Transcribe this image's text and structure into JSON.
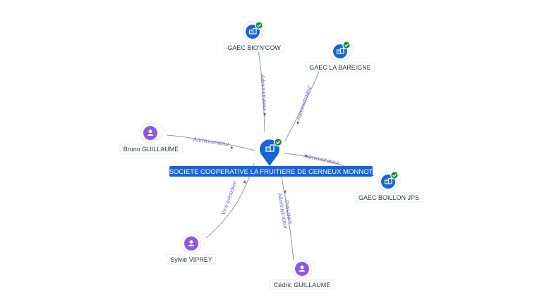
{
  "colors": {
    "company": "#1565d8",
    "person": "#8a5be0",
    "verified": "#1f8a48",
    "edge": "#8c95a8",
    "edge_label": "#6d6fc2"
  },
  "center": {
    "label": "SOCIETE COOPERATIVE LA FRUITIERE DE CERNEUX MONNOT",
    "icon": "building-icon",
    "verified": true
  },
  "nodes": [
    {
      "id": "gaec-bioncow",
      "label": "GAEC BIO'N'COW",
      "kind": "company",
      "icon": "building-icon",
      "verified": true,
      "stacked": true
    },
    {
      "id": "gaec-la-bareigne",
      "label": "GAEC LA BAREIGNE",
      "kind": "company",
      "icon": "building-icon",
      "verified": true,
      "stacked": true
    },
    {
      "id": "gaec-boillon-jps",
      "label": "GAEC BOILLON JPS",
      "kind": "company",
      "icon": "building-icon",
      "verified": true,
      "stacked": true
    },
    {
      "id": "bruno-guillaume",
      "label": "Bruno GUILLAUME",
      "kind": "person",
      "icon": "person-icon",
      "verified": false,
      "stacked": true
    },
    {
      "id": "sylvie-viprey",
      "label": "Sylvie VIPREY",
      "kind": "person",
      "icon": "person-icon",
      "verified": false,
      "stacked": true
    },
    {
      "id": "cedric-guillaume",
      "label": "Cédric GUILLAUME",
      "kind": "person",
      "icon": "person-icon",
      "verified": false,
      "stacked": true
    }
  ],
  "edges": [
    {
      "target": "gaec-bioncow",
      "roles": [
        "Administrateur"
      ]
    },
    {
      "target": "gaec-la-bareigne",
      "roles": [
        "Administrateur"
      ]
    },
    {
      "target": "gaec-boillon-jps",
      "roles": [
        "Administrateur"
      ]
    },
    {
      "target": "bruno-guillaume",
      "roles": [
        "Administrateur"
      ]
    },
    {
      "target": "sylvie-viprey",
      "roles": [
        "Vice-president"
      ]
    },
    {
      "target": "cedric-guillaume",
      "roles": [
        "Président",
        "Administrateur"
      ]
    }
  ]
}
